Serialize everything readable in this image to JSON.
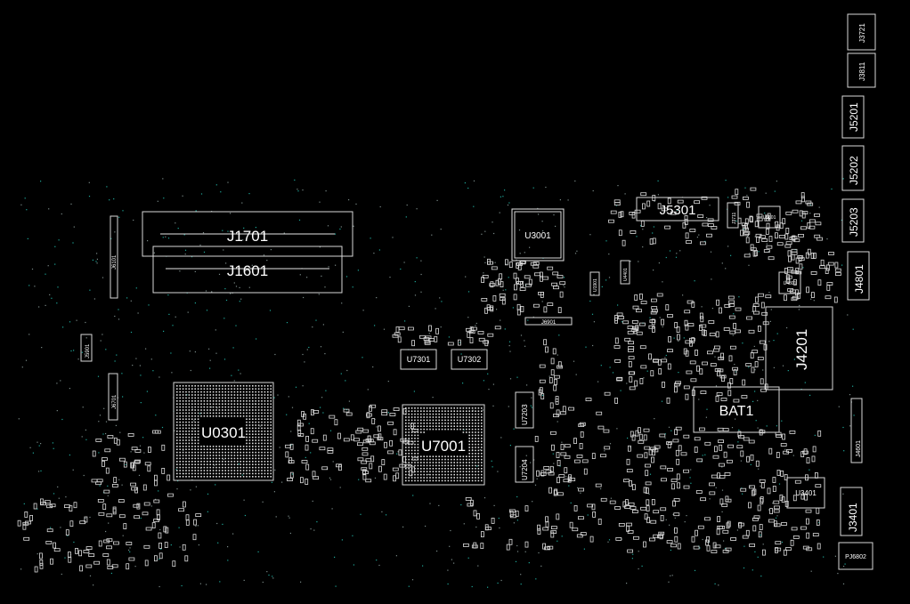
{
  "board": {
    "background": "#000000",
    "outline_color": "#d8d8d8",
    "via_color": "#1fa89a"
  },
  "components": {
    "J1701": "J1701",
    "J1601": "J1601",
    "U0301": "U0301",
    "U7001": "U7001",
    "U3001": "U3001",
    "J5301": "J5301",
    "J4201": "J4201",
    "BAT1": "BAT1",
    "U3401": "U3401",
    "J3401": "J3401",
    "J3721": "J3721",
    "J3811": "J3811",
    "J5201": "J5201",
    "J5202": "J5202",
    "J5203": "J5203",
    "J4801": "J4801",
    "J4601": "J4601",
    "PJ6802": "PJ6802",
    "U7301": "U7301",
    "U7302": "U7302",
    "U7203": "U7203",
    "U7204": "U7204",
    "J6901": "J6901",
    "J6101": "J6101",
    "J5901": "J5901",
    "J6701": "J6701",
    "J3711": "J3711",
    "U5601": "U5601",
    "U4801": "U4801",
    "U4401": "U4401",
    "U1901": "U1901"
  }
}
